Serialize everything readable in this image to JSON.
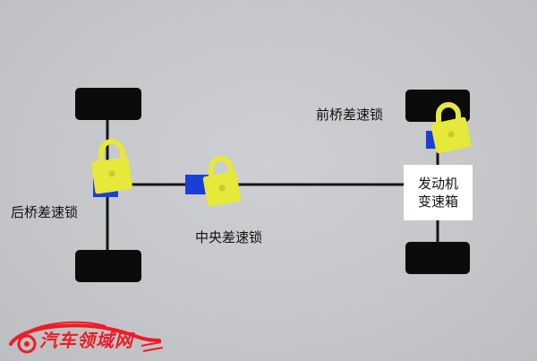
{
  "diagram": {
    "labels": {
      "rear_diff_lock": "后桥差速锁",
      "center_diff_lock": "中央差速锁",
      "front_diff_lock": "前桥差速锁",
      "engine_gearbox_line1": "发动机",
      "engine_gearbox_line2": "变速箱"
    },
    "colors": {
      "background": "#c4c6c9",
      "wheel": "#0b0b0b",
      "shaft": "#151515",
      "diff_block": "#1b3fd6",
      "lock": "#e6e83a",
      "box": "#ffffff"
    }
  },
  "watermark": {
    "text": "汽车领域网",
    "color": "#ee1c24"
  }
}
